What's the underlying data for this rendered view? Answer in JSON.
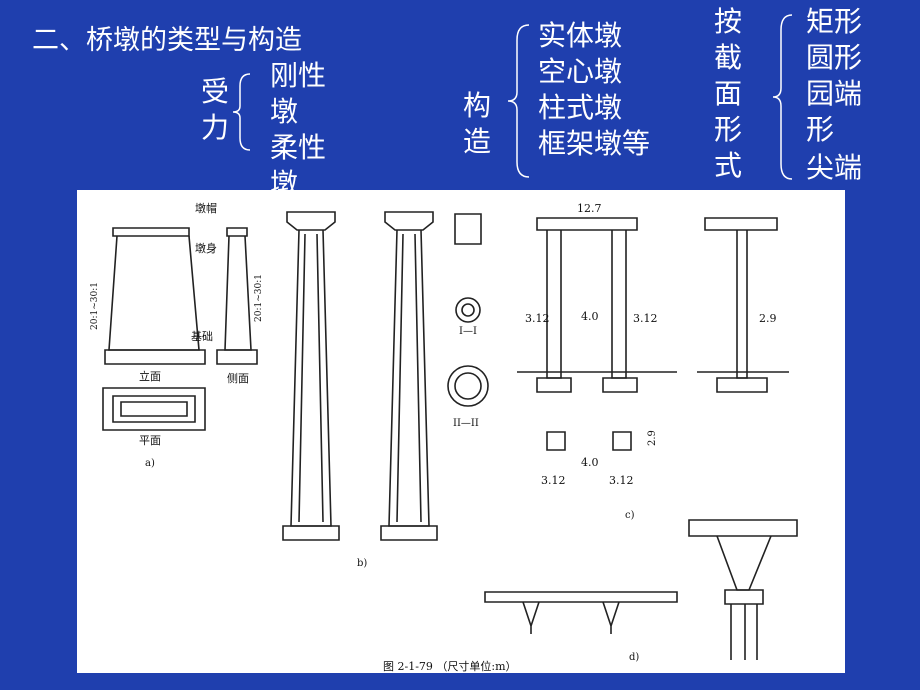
{
  "slide": {
    "title": "二、桥墩的类型与构造",
    "force": {
      "label": "受力",
      "items": [
        "刚性墩",
        "柔性墩"
      ]
    },
    "structure": {
      "label": "构造",
      "items": [
        "实体墩",
        "空心墩",
        "柱式墩",
        "框架墩等"
      ]
    },
    "section": {
      "label": "按截面形式",
      "items": [
        "矩形",
        "圆形",
        "园端形",
        "尖端"
      ]
    }
  },
  "figure": {
    "labels": {
      "a_cap": "墩帽",
      "a_body": "墩身",
      "a_base": "基础",
      "a_elev": "立面",
      "a_side": "侧面",
      "a_plan": "平面",
      "a_slope1": "20:1~30:1",
      "a_slope2": "20:1~30:1",
      "a_tag": "a)",
      "b_tag": "b)",
      "c_tag": "c)",
      "d_tag": "d)",
      "sec_11": "I—I",
      "sec_22": "II—II",
      "dim_127": "12.7",
      "dim_312a": "3.12",
      "dim_40a": "4.0",
      "dim_312b": "3.12",
      "dim_29a": "2.9",
      "dim_29b": "2.9",
      "dim_40b": "4.0",
      "dim_312c": "3.12",
      "dim_312d": "3.12",
      "caption": "图 2-1-79 （尺寸单位:m）"
    }
  }
}
